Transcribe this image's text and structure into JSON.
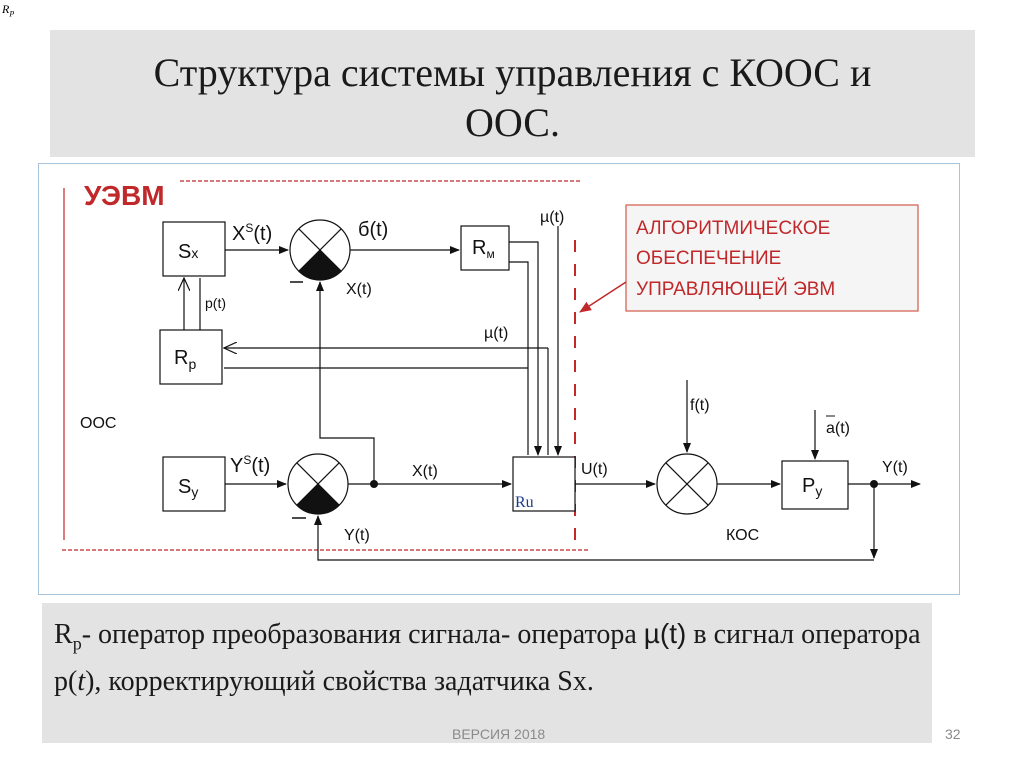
{
  "corner_mark": {
    "main": "R",
    "sub": "P"
  },
  "title": {
    "line1": "Структура системы управления с КООС и",
    "line2": "ООС."
  },
  "diagram": {
    "uevm_label": "УЭВМ",
    "oos_label": "ООС",
    "kos_label": "КОС",
    "algo_note": {
      "line1": "АЛГОРИТМИЧЕСКОЕ",
      "line2": "ОБЕСПЕЧЕНИЕ",
      "line3": "УПРАВЛЯЮЩЕЙ ЭВМ"
    },
    "blocks": {
      "sx": {
        "main": "S",
        "sub": "x"
      },
      "rp": {
        "main": "R",
        "sub": "p"
      },
      "rm": {
        "main": "R",
        "sub": "м"
      },
      "sy": {
        "main": "S",
        "sub": "y"
      },
      "ru": "Ru",
      "py": {
        "main": "P",
        "sub": "y"
      }
    },
    "signals": {
      "xs": {
        "main": "X",
        "sup": "S",
        "rest": "(t)"
      },
      "sigma": "б(t)",
      "xt_top": "X(t)",
      "mu_top": "µ(t)",
      "mu_mid": "µ(t)",
      "pt": "p(t)",
      "ys": {
        "main": "Y",
        "sup": "S",
        "rest": "(t)"
      },
      "xt_bottom": "X(t)",
      "yt_bottom": "Y(t)",
      "ut": "U(t)",
      "ft": "f(t)",
      "at": "a(t)",
      "yt_out": "Y(t)"
    },
    "colors": {
      "red": "#c0282a",
      "note_border": "#d25a4a",
      "note_text": "#c0282a"
    }
  },
  "caption": {
    "rp_main": "R",
    "rp_sub": "p",
    "part1": "- оператор преобразования сигнала- оператора ",
    "mu": "µ(t)",
    "part2": " в сигнал оператора p(",
    "t_italic": "t",
    "part3": "), корректирующий свойства задатчика Sx."
  },
  "footer": {
    "version": "ВЕРСИЯ 2018",
    "page": "32"
  }
}
